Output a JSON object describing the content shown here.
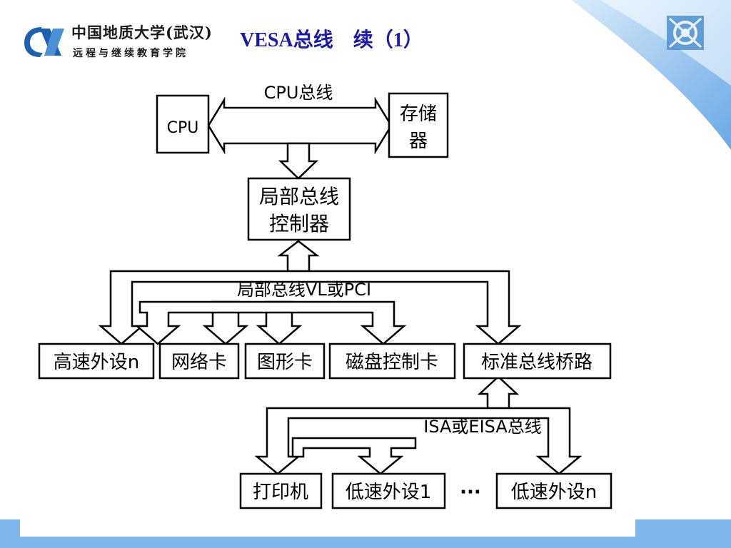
{
  "header": {
    "logo_name": "中国地质大学(武汉)",
    "logo_sub": "远程与继续教育学院",
    "title": "VESA总线　续（1）"
  },
  "theme": {
    "title_color": "#1a1aa6",
    "bar_color": "#6aa8e6",
    "deco_color": "#8cc0ee",
    "line_color": "#000000"
  },
  "diagram": {
    "cpu": "CPU",
    "memory": [
      "存储",
      "器"
    ],
    "cpu_bus": "CPU总线",
    "controller": [
      "局部总线",
      "控制器"
    ],
    "local_bus": "局部总线VL或PCI",
    "devices": {
      "high_speed": "高速外设n",
      "network": "网络卡",
      "graphics": "图形卡",
      "disk": "磁盘控制卡",
      "bridge": "标准总线桥路"
    },
    "isa_bus": "ISA或EISA总线",
    "low_devices": {
      "printer": "打印机",
      "low1": "低速外设1",
      "dots": "···",
      "lown": "低速外设n"
    }
  }
}
